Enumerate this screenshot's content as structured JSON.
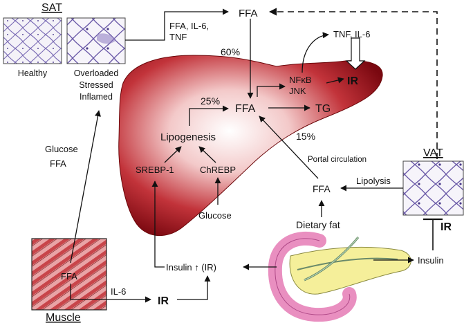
{
  "labels": {
    "sat_title": "SAT",
    "healthy": "Healthy",
    "overloaded": "Overloaded",
    "stressed": "Stressed",
    "inflamed": "Inflamed",
    "ffa_top": "FFA",
    "ffa_il6_line1": "FFA, IL-6,",
    "ffa_il6_line2": "TNF",
    "pct60": "60%",
    "tnf_il6": "TNF, IL-6",
    "nfkb": "NFκB",
    "jnk": "JNK",
    "ir_liver": "IR",
    "pct25": "25%",
    "ffa_center": "FFA",
    "tg": "TG",
    "lipogenesis": "Lipogenesis",
    "pct15": "15%",
    "srebp1": "SREBP-1",
    "chrebp": "ChREBP",
    "portal_circulation": "Portal circulation",
    "glucose_bottom": "Glucose",
    "glucose_left": "Glucose",
    "ffa_left": "FFA",
    "vat_title": "VAT",
    "lipolysis": "Lipolysis",
    "ffa_right": "FFA",
    "dietary_fat": "Dietary fat",
    "ir_vat": "IR",
    "insulin_right": "Insulin",
    "insulin_ir_line": "Insulin ↑ (IR)",
    "ffa_muscle": "FFA",
    "il6_muscle": "IL-6",
    "ir_bottom": "IR",
    "muscle_title": "Muscle"
  },
  "colors": {
    "liver_dark": "#8b0a14",
    "liver_mid": "#c2333a",
    "liver_light": "#ffffff",
    "muscle_red": "#c8454a",
    "muscle_light": "#f0b8b8",
    "adipocyte_purple": "#6b5aa8",
    "intestine_pink": "#f0a0c8",
    "pancreas_yellow": "#f5ef9a"
  }
}
